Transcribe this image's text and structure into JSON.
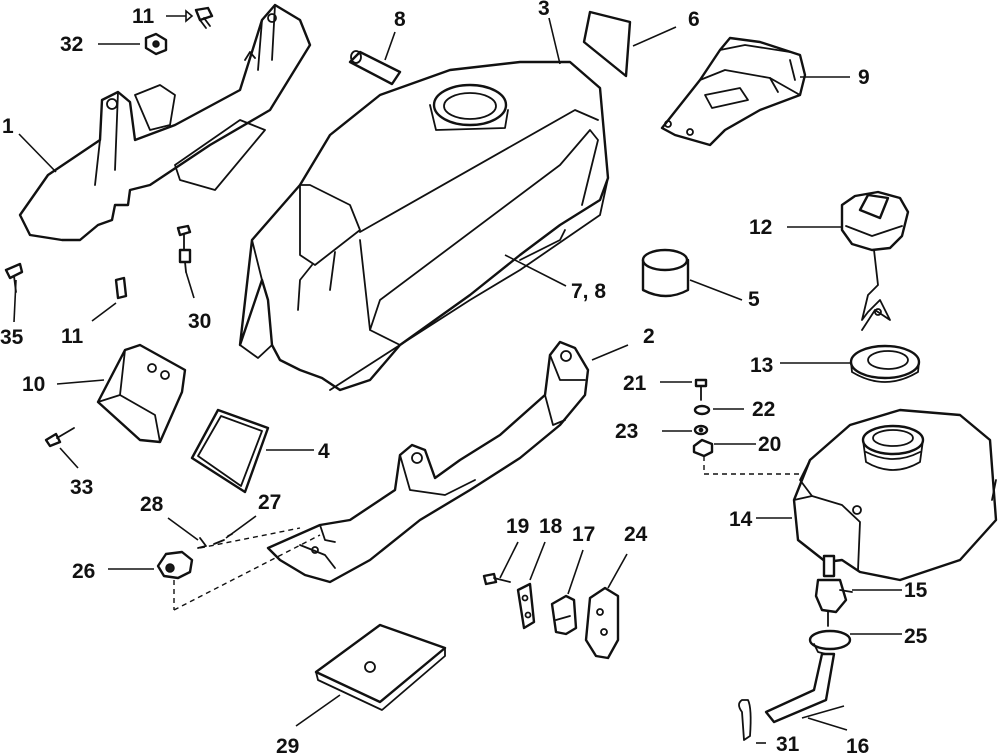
{
  "callouts": {
    "c1": "1",
    "c2": "2",
    "c3": "3",
    "c4": "4",
    "c5": "5",
    "c6": "6",
    "c7_8": "7, 8",
    "c8": "8",
    "c9": "9",
    "c10": "10",
    "c11_top": "11",
    "c11_mid": "11",
    "c12": "12",
    "c13": "13",
    "c14": "14",
    "c15": "15",
    "c16": "16",
    "c17": "17",
    "c18": "18",
    "c19": "19",
    "c20": "20",
    "c21": "21",
    "c22": "22",
    "c23": "23",
    "c24": "24",
    "c25": "25",
    "c26": "26",
    "c27": "27",
    "c28": "28",
    "c29": "29",
    "c30": "30",
    "c31": "31",
    "c32": "32",
    "c33": "33",
    "c35": "35"
  }
}
